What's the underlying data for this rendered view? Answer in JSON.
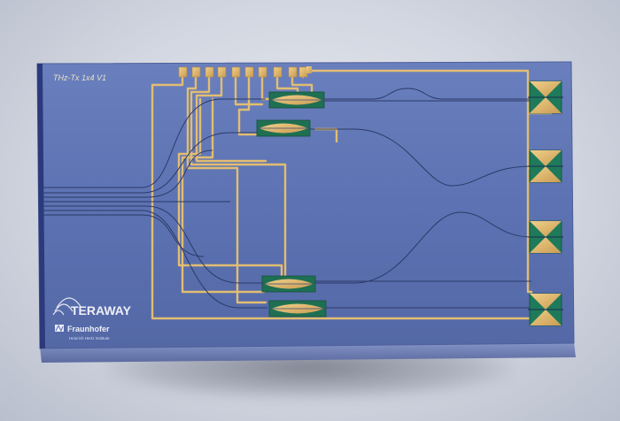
{
  "chip": {
    "label": "THz-Tx 1x4 V1",
    "brand": "TERAWAY",
    "org": "Fraunhofer",
    "institute": "Heinrich Hertz Institute"
  },
  "colors": {
    "substrate": "#5d74b4",
    "substrate_edge": "#7f90c6",
    "metal": "#e2bd72",
    "antenna_green": "#1e7a5a",
    "waveguide": "#2a3a68",
    "background": "#d9dce5"
  },
  "counts": {
    "bond_pads": 11,
    "modulators": 4,
    "antennas": 4,
    "input_waveguides": 7
  }
}
